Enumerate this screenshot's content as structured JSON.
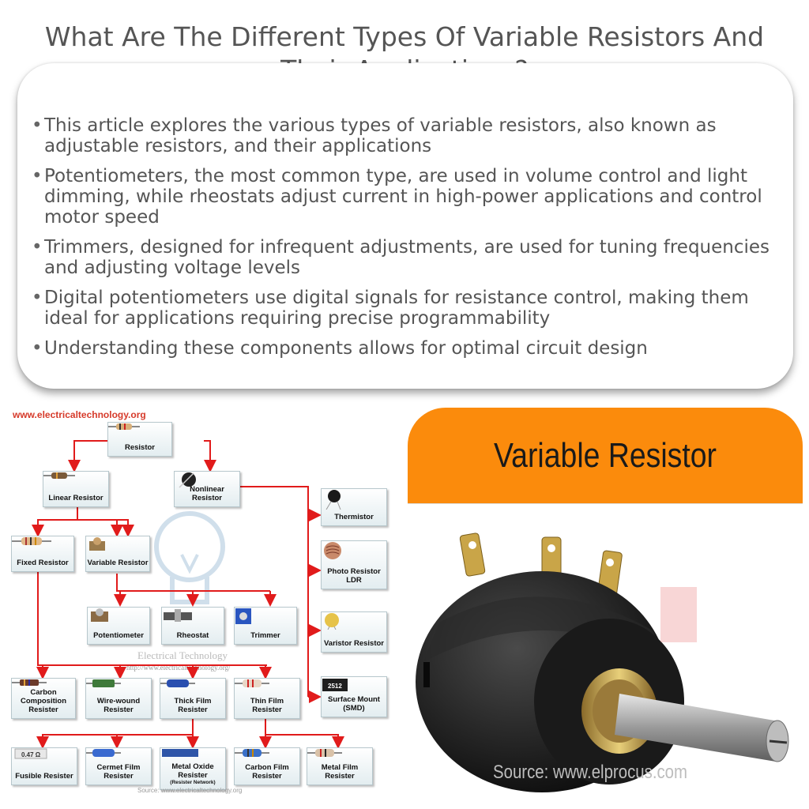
{
  "page": {
    "title": "What Are The Different Types Of Variable Resistors And Their Applications?"
  },
  "summary": {
    "bullets": [
      "This article explores the various types of variable resistors, also known as adjustable resistors, and their applications",
      "Potentiometers, the most common type, are used in volume control and light dimming, while rheostats adjust current in high-power applications and control motor speed",
      "Trimmers, designed for infrequent adjustments, are used for tuning frequencies and adjusting voltage levels",
      "Digital potentiometers use digital signals for resistance control, making them ideal for applications requiring precise programmability",
      "Understanding these components allows for optimal circuit design"
    ]
  },
  "diagram": {
    "watermark": "www.electricaltechnology.org",
    "center_watermark": "Electrical Technology",
    "center_url": "http://www.electricaltechnology.org/",
    "source": "Source: www.electricaltechnology.org",
    "nodes": {
      "resistor": "Resistor",
      "linear": "Linear Resistor",
      "nonlinear": "Nonlinear Resistor",
      "fixed": "Fixed Resistor",
      "variable": "Variable Resistor",
      "potentiometer": "Potentiometer",
      "rheostat": "Rheostat",
      "trimmer": "Trimmer",
      "thermistor": "Thermistor",
      "photo": "Photo Resistor LDR",
      "varistor": "Varistor Resistor",
      "smd": "Surface Mount (SMD)",
      "smd_code": "2512",
      "carbon_comp": "Carbon Composition Resister",
      "wirewound": "Wire-wound Resister",
      "thick": "Thick Film Resister",
      "thin": "Thin Film Resister",
      "fusible": "Fusible Resister",
      "fusible_code": "0.47 Ω",
      "cermet": "Cermet Film Resister",
      "metal_oxide": "Metal Oxide Resister",
      "metal_oxide_sub": "(Resister Network)",
      "carbon_film": "Carbon Film Resister",
      "metal_film": "Metal Film Resister"
    },
    "colors": {
      "arrow": "#e11b1b",
      "node_border": "#b7c7cc"
    }
  },
  "photo": {
    "title": "Variable Resistor",
    "source": "Source: www.elprocus.com",
    "colors": {
      "header": "#fb8b0c"
    }
  }
}
